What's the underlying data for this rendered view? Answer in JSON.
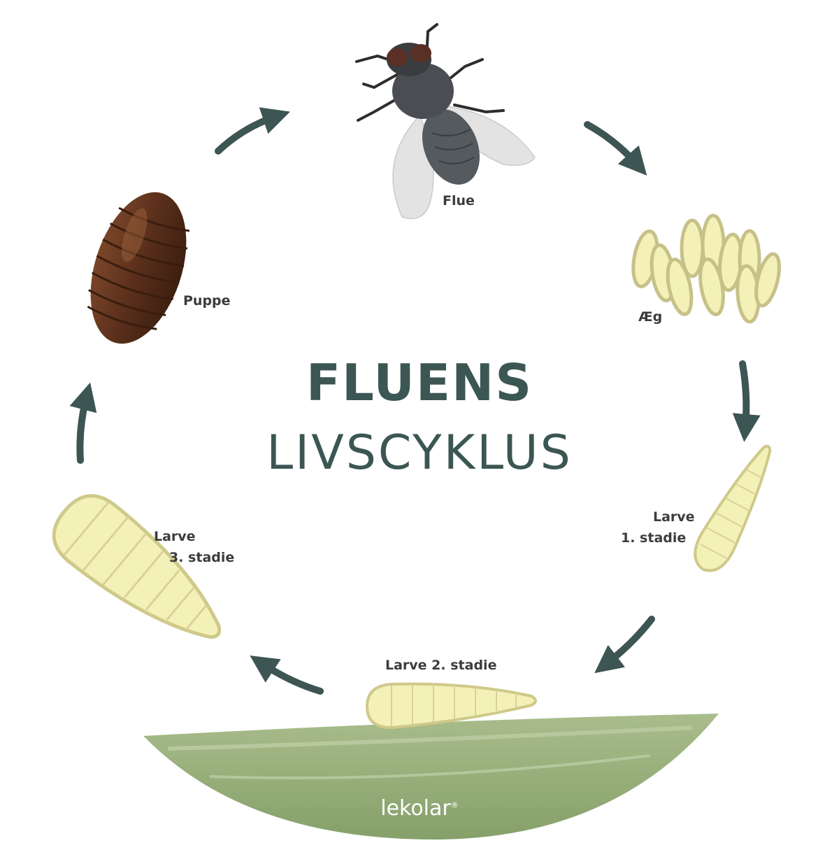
{
  "title": {
    "line1": "FLUENS",
    "line2": "LIVSCYKLUS"
  },
  "stages": [
    {
      "id": "flue",
      "label": "Flue"
    },
    {
      "id": "aeg",
      "label": "Æg"
    },
    {
      "id": "larve1",
      "label_line1": "Larve",
      "label_line2": "1. stadie"
    },
    {
      "id": "larve2",
      "label": "Larve 2. stadie"
    },
    {
      "id": "larve3",
      "label_line1": "Larve",
      "label_line2": "3. stadie"
    },
    {
      "id": "puppe",
      "label": "Puppe"
    }
  ],
  "brand": {
    "name": "lekolar",
    "mark": "®"
  },
  "colors": {
    "title": "#3b5653",
    "arrow": "#3d5553",
    "label": "#3c3c3c",
    "larva_fill": "#f4f1b8",
    "larva_outline": "#cfc98a",
    "pupa": "#5a2f1b",
    "leaf": "#97ae78"
  }
}
